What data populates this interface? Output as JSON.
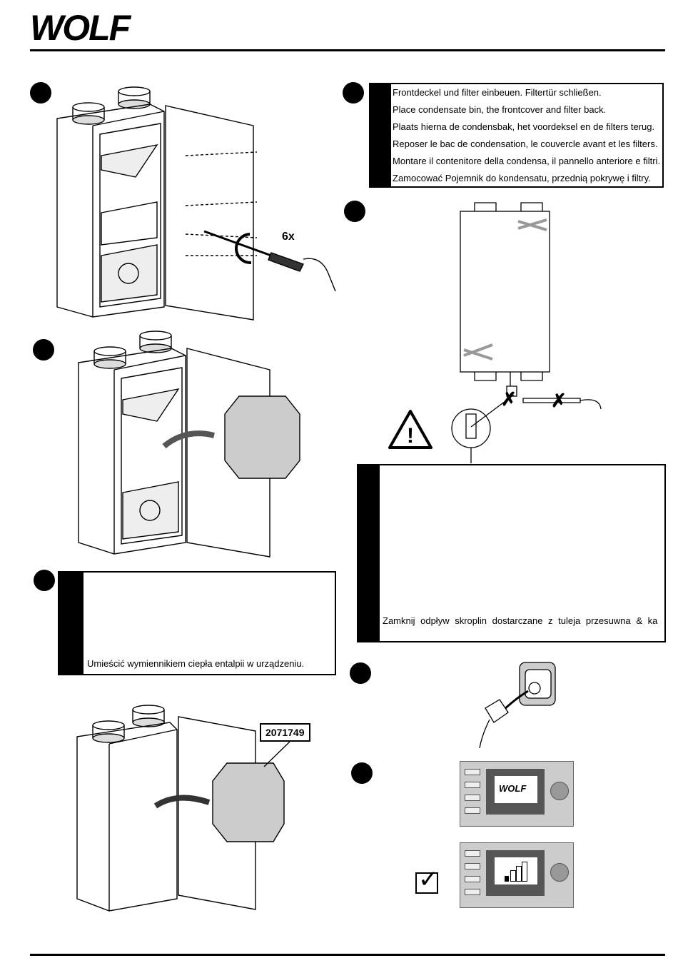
{
  "header": {
    "logo_text": "WOLF"
  },
  "left_column": {
    "screw_label": "6x",
    "instruction_box": {
      "text": "Umieścić wymiennikiem ciepła entalpii w urządzeniu."
    },
    "part_number": "2071749"
  },
  "right_column": {
    "instruction_lines": [
      "Frontdeckel und filter einbeuen. Filtertür schließen.",
      "Place condensate bin, the frontcover and filter back.",
      "Plaats hierna de condensbak, het voordeksel en de filters terug.",
      "Reposer le bac de condensation, le couvercle avant et les filters.",
      "Montare il contenitore della condensa, il pannello anteriore e filtri.",
      "Zamocować Pojemnik do kondensatu, przednią pokrywę i filtry."
    ],
    "warning_box": {
      "text": "Zamknij odpływ skroplin dostarczane z tuleja przesuwna & ka"
    },
    "display_logo_text": "WOLF",
    "check_mark": "✓"
  },
  "icons": [
    "warning-triangle-icon",
    "plug-icon",
    "checkbox-check-icon",
    "screwdriver-icon",
    "arrow-icon"
  ]
}
